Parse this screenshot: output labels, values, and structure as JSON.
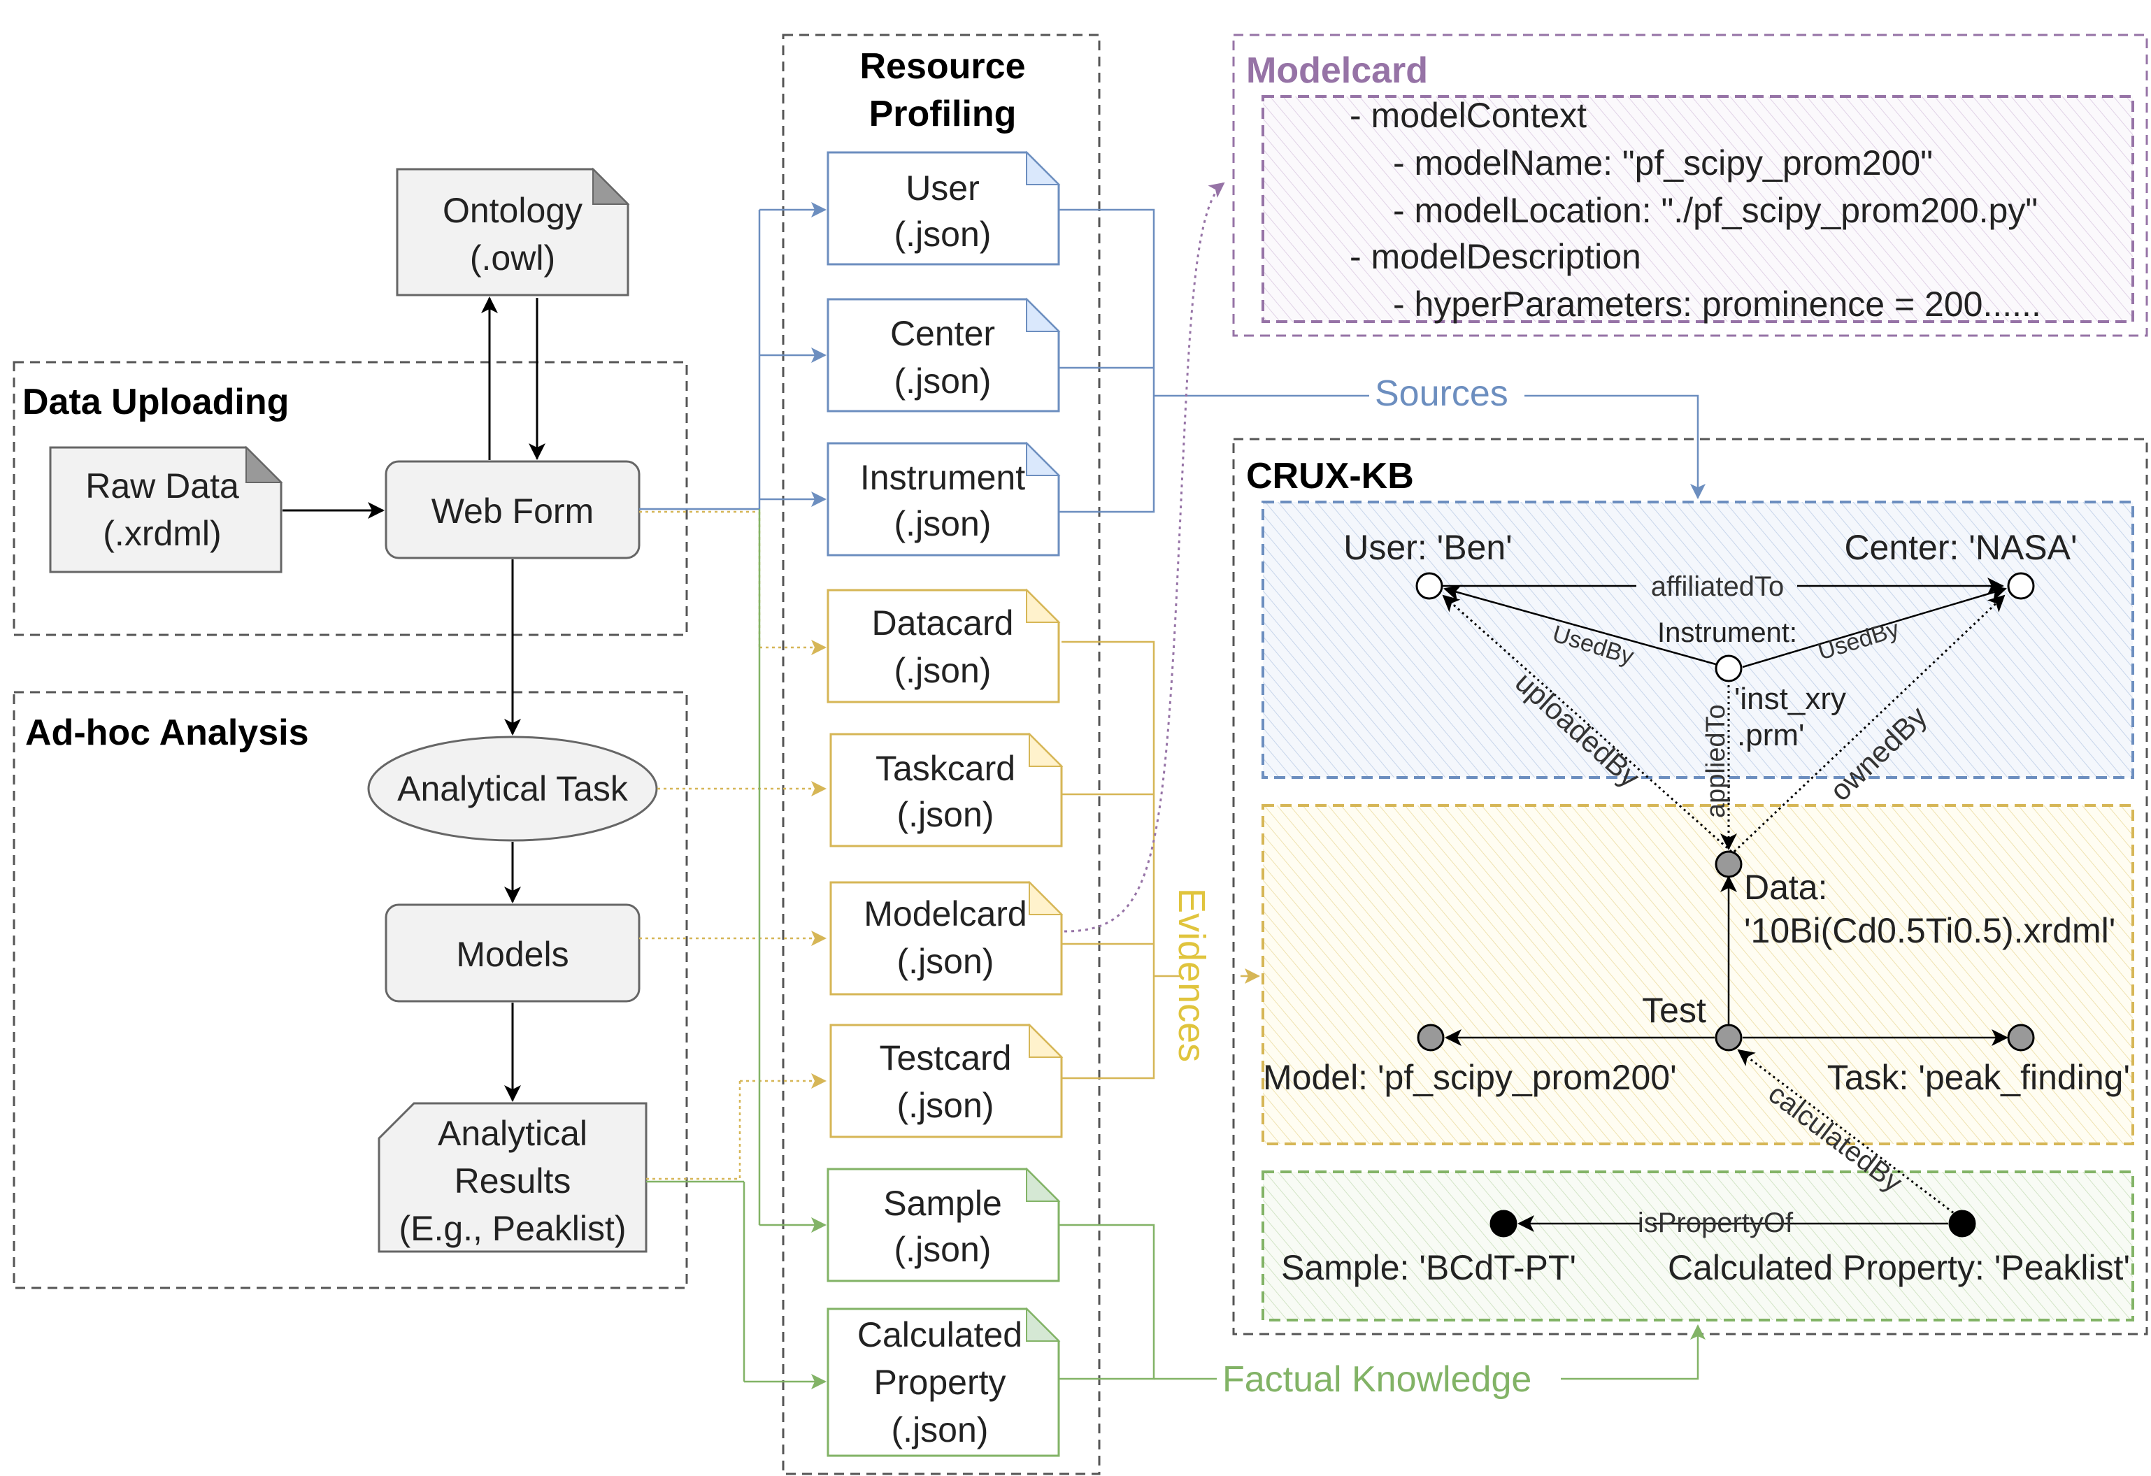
{
  "colors": {
    "blue": "#6c8ebf",
    "yellow": "#d6b656",
    "yellow_text": "#e0c43d",
    "green": "#82b366",
    "purple": "#9673a6",
    "gray_border": "#666666",
    "dashed_border": "#555555"
  },
  "sections": {
    "data_uploading": "Data Uploading",
    "adhoc_analysis": "Ad-hoc Analysis",
    "resource_profiling_1": "Resource",
    "resource_profiling_2": "Profiling",
    "modelcard_title": "Modelcard",
    "cruxkb_title": "CRUX-KB"
  },
  "left": {
    "ontology_1": "Ontology",
    "ontology_2": "(.owl)",
    "raw_data_1": "Raw Data",
    "raw_data_2": "(.xrdml)",
    "web_form": "Web Form",
    "analytical_task": "Analytical Task",
    "models": "Models",
    "results_1": "Analytical",
    "results_2": "Results",
    "results_3": "(E.g., Peaklist)"
  },
  "files": [
    {
      "l1": "User",
      "l2": "(.json)"
    },
    {
      "l1": "Center",
      "l2": "(.json)"
    },
    {
      "l1": "Instrument",
      "l2": "(.json)"
    },
    {
      "l1": "Datacard",
      "l2": "(.json)"
    },
    {
      "l1": "Taskcard",
      "l2": "(.json)"
    },
    {
      "l1": "Modelcard",
      "l2": "(.json)"
    },
    {
      "l1": "Testcard",
      "l2": "(.json)"
    },
    {
      "l1": "Sample",
      "l2": "(.json)"
    },
    {
      "l1": "Calculated",
      "l2": "Property",
      "l3": "(.json)"
    }
  ],
  "modelcard_lines": [
    "- modelContext",
    "- modelName: \"pf_scipy_prom200\"",
    "- modelLocation: \"./pf_scipy_prom200.py\"",
    "- modelDescription",
    "- hyperParameters: prominence = 200......"
  ],
  "connectors": {
    "sources": "Sources",
    "evidences": "Evidences",
    "factual_knowledge": "Factual Knowledge"
  },
  "kb": {
    "user": "User: 'Ben'",
    "center": "Center: 'NASA'",
    "instrument_1": "Instrument:",
    "instrument_2": "'inst_xry",
    "instrument_3": ".prm'",
    "data_1": "Data:",
    "data_2": "'10Bi(Cd0.5Ti0.5).xrdml'",
    "test": "Test",
    "model": "Model: 'pf_scipy_prom200'",
    "task": "Task: 'peak_finding'",
    "sample": "Sample: 'BCdT-PT'",
    "calc_property": "Calculated Property: 'Peaklist'",
    "e_affiliated": "affiliatedTo",
    "e_usedby1": "UsedBy",
    "e_usedby2": "UsedBy",
    "e_uploaded": "uploadedBy",
    "e_applied": "appliedTo",
    "e_owned": "ownedBy",
    "e_calculated": "calculatedBy",
    "e_isproperty": "isPropertyOf"
  }
}
